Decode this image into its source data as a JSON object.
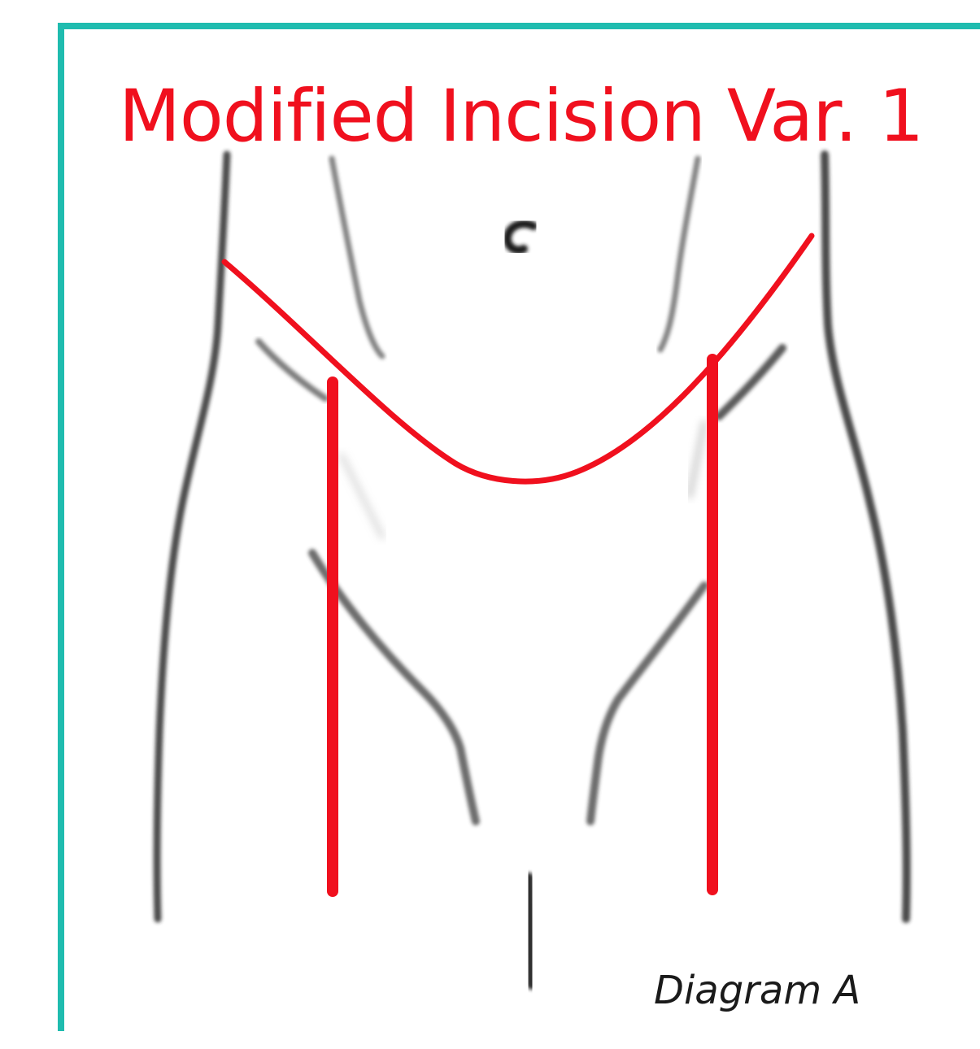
{
  "diagram": {
    "title": "Modified Incision Var. 1",
    "caption": "Diagram A",
    "colors": {
      "frame": "#1fbcaf",
      "incision": "#f0101e",
      "sketch": "#333333",
      "caption": "#1a1a1a"
    },
    "elements": {
      "body_outline": "torso-sketch",
      "navel": "navel-mark",
      "incision_curve": "curved-incision-line",
      "incision_verticals": [
        "left-vertical-incision",
        "right-vertical-incision"
      ]
    }
  }
}
